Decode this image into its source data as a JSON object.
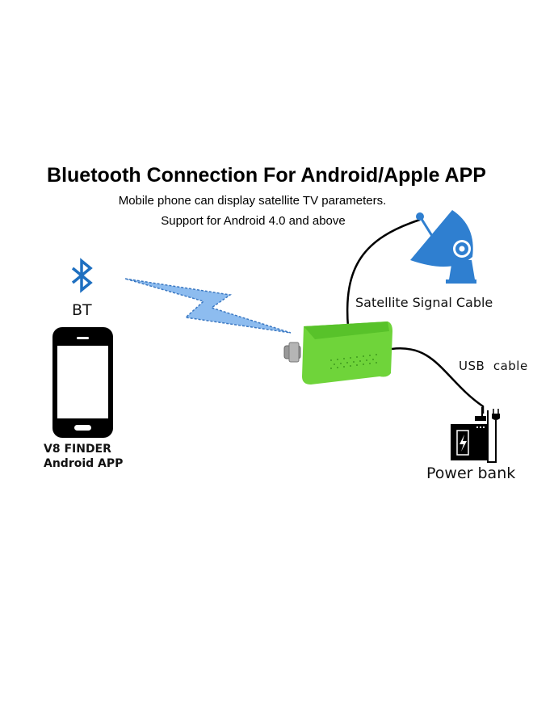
{
  "header": {
    "title": "Bluetooth Connection For Android/Apple APP",
    "subtitle_lines": [
      "Mobile phone can display satellite TV parameters.",
      "Support for Android 4.0 and above"
    ]
  },
  "diagram": {
    "bluetooth_label": "BT",
    "app_label_lines": [
      "V8 FINDER",
      "Android APP"
    ],
    "satellite_cable_label": "Satellite Signal Cable",
    "usb_cable_label": "USB  cable",
    "power_bank_label": "Power bank"
  },
  "colors": {
    "bluetooth_blue": "#1e6fc0",
    "signal_blue": "#6aa7e6",
    "dish_blue": "#2f7fd0",
    "device_green": "#6fd43a"
  }
}
